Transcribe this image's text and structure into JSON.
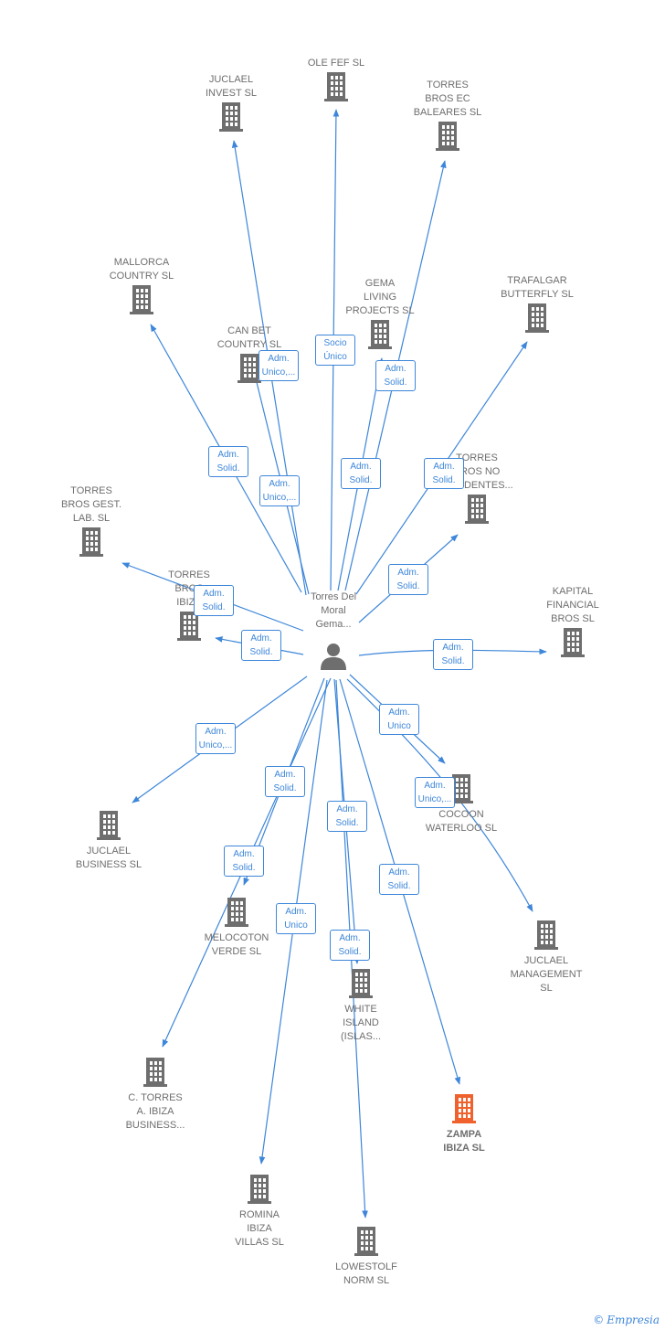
{
  "center": {
    "label": "Torres Del\nMoral\nGema..."
  },
  "companies": [
    {
      "id": "juclael-invest",
      "label": "JUCLAEL\nINVEST  SL"
    },
    {
      "id": "ole-fef",
      "label": "OLE FEF  SL"
    },
    {
      "id": "torres-bros-ec",
      "label": "TORRES\nBROS EC\nBALEARES  SL"
    },
    {
      "id": "mallorca-country",
      "label": "MALLORCA\nCOUNTRY SL"
    },
    {
      "id": "gema-living",
      "label": "GEMA\nLIVING\nPROJECTS SL"
    },
    {
      "id": "trafalgar",
      "label": "TRAFALGAR\nBUTTERFLY SL"
    },
    {
      "id": "can-bet",
      "label": "CAN BET\nCOUNTRY  SL"
    },
    {
      "id": "torres-no-residentes",
      "label": "TORRES\nBROS NO\nRESIDENTES..."
    },
    {
      "id": "torres-gest",
      "label": "TORRES\nBROS GEST.\nLAB.  SL"
    },
    {
      "id": "torres-ibiza",
      "label": "TORRES\nBROS\nIBIZA"
    },
    {
      "id": "kapital",
      "label": "KAPITAL\nFINANCIAL\nBROS  SL"
    },
    {
      "id": "cocoon",
      "label": "COCOON\nWATERLOO SL"
    },
    {
      "id": "juclael-business",
      "label": "JUCLAEL\nBUSINESS  SL"
    },
    {
      "id": "melocoton",
      "label": "MELOCOTON\nVERDE SL"
    },
    {
      "id": "juclael-management",
      "label": "JUCLAEL\nMANAGEMENT\nSL"
    },
    {
      "id": "white-island",
      "label": "WHITE\nISLAND\n(ISLAS..."
    },
    {
      "id": "c-torres",
      "label": "C.  TORRES\nA. IBIZA\nBUSINESS..."
    },
    {
      "id": "zampa",
      "label": "ZAMPA\nIBIZA  SL"
    },
    {
      "id": "romina",
      "label": "ROMINA\nIBIZA\nVILLAS  SL"
    },
    {
      "id": "lowestolf",
      "label": "LOWESTOLF\nNORM  SL"
    }
  ],
  "roles": [
    {
      "text": "Adm.\nUnico,..."
    },
    {
      "text": "Socio\nÚnico"
    },
    {
      "text": "Adm.\nSolid."
    },
    {
      "text": "Adm.\nSolid."
    },
    {
      "text": "Adm.\nUnico,..."
    },
    {
      "text": "Adm.\nSolid."
    },
    {
      "text": "Adm.\nSolid."
    },
    {
      "text": "Adm.\nSolid."
    },
    {
      "text": "Adm.\nSolid."
    },
    {
      "text": "Adm.\nSolid."
    },
    {
      "text": "Adm.\nSolid."
    },
    {
      "text": "Adm.\nUnico"
    },
    {
      "text": "Adm.\nUnico,..."
    },
    {
      "text": "Adm.\nUnico,..."
    },
    {
      "text": "Adm.\nSolid."
    },
    {
      "text": "Adm.\nSolid."
    },
    {
      "text": "Adm.\nSolid."
    },
    {
      "text": "Adm.\nUnico"
    },
    {
      "text": "Adm.\nSolid."
    },
    {
      "text": "Adm.\nSolid."
    }
  ],
  "colors": {
    "edge": "#3d86d9",
    "building": "#6e6e6e",
    "highlight": "#f0622d"
  },
  "brand": {
    "copyright": "©",
    "name": "Empresia"
  }
}
